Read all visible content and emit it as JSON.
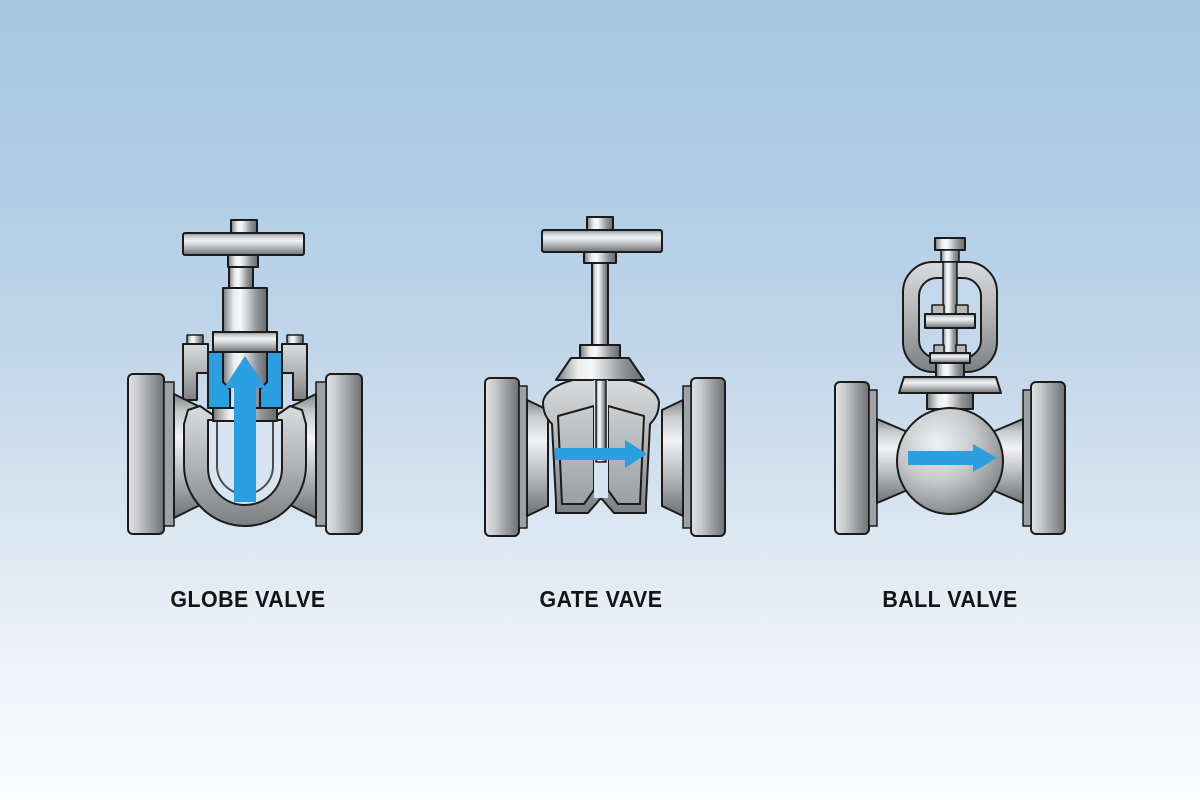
{
  "title": "Valve types comparison diagram",
  "background": {
    "top_color": "#a5c8e2",
    "bottom_color": "#fbfdfe"
  },
  "accent_blue": "#2b9fe0",
  "outline_color": "#1b1b1b",
  "label_color": "#141414",
  "figures": [
    {
      "label": "GLOBE VALVE",
      "flow_direction": "up"
    },
    {
      "label": "GATE VAVE",
      "flow_direction": "right"
    },
    {
      "label": "BALL VALVE",
      "flow_direction": "right"
    }
  ]
}
